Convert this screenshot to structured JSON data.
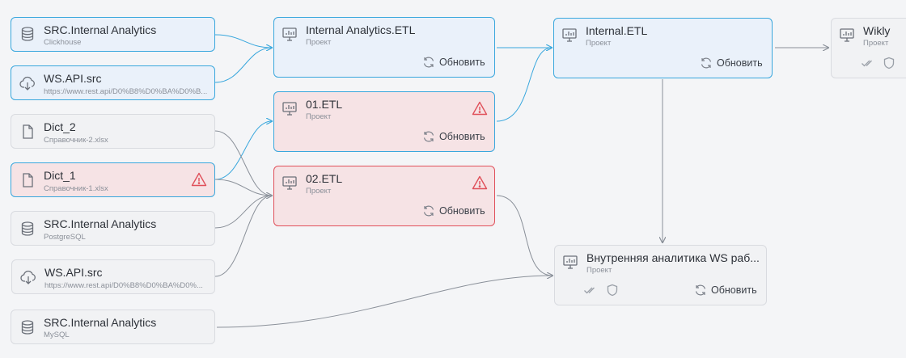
{
  "colors": {
    "edge_blue": "#39a7dd",
    "edge_gray": "#8a9099",
    "warning": "#e0505a"
  },
  "sources": [
    {
      "title": "SRC.Internal Analytics",
      "subtitle": "Clickhouse",
      "icon": "database-icon",
      "state": "selected"
    },
    {
      "title": "WS.API.src",
      "subtitle": "https://www.rest.api/D0%B8%D0%BA%D0%B...",
      "icon": "cloud-download-icon",
      "state": "selected"
    },
    {
      "title": "Dict_2",
      "subtitle": "Справочник-2.xlsx",
      "icon": "file-icon",
      "state": "default"
    },
    {
      "title": "Dict_1",
      "subtitle": "Справочник-1.xlsx",
      "icon": "file-icon",
      "state": "error-selected",
      "warning": true
    },
    {
      "title": "SRC.Internal Analytics",
      "subtitle": "PostgreSQL",
      "icon": "database-icon",
      "state": "default"
    },
    {
      "title": "WS.API.src",
      "subtitle": "https://www.rest.api/D0%B8%D0%BA%D0%...",
      "icon": "cloud-download-icon",
      "state": "default"
    },
    {
      "title": "SRC.Internal Analytics",
      "subtitle": "MySQL",
      "icon": "database-icon",
      "state": "default"
    }
  ],
  "projects": [
    {
      "title": "Internal Analytics.ETL",
      "subtitle": "Проект",
      "refresh_label": "Обновить",
      "state": "selected"
    },
    {
      "title": "01.ETL",
      "subtitle": "Проект",
      "refresh_label": "Обновить",
      "state": "error-selected",
      "warning": true
    },
    {
      "title": "02.ETL",
      "subtitle": "Проект",
      "refresh_label": "Обновить",
      "state": "error",
      "warning": true
    },
    {
      "title": "Internal.ETL",
      "subtitle": "Проект",
      "refresh_label": "Обновить",
      "state": "selected"
    },
    {
      "title": "Wikly",
      "subtitle": "Проект",
      "state": "default",
      "icons": [
        "check-icon",
        "shield-icon"
      ]
    },
    {
      "title": "Внутренняя аналитика WS раб...",
      "subtitle": "Проект",
      "refresh_label": "Обновить",
      "state": "default",
      "icons": [
        "check-icon",
        "shield-icon"
      ]
    }
  ]
}
